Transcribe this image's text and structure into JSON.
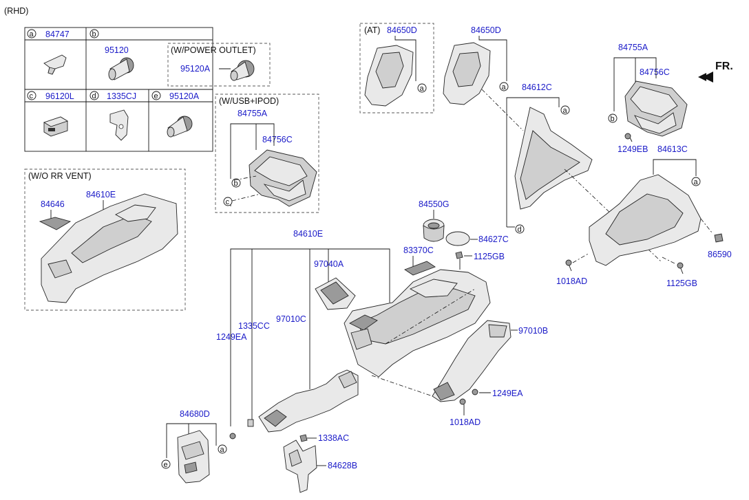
{
  "header": {
    "variant": "(RHD)",
    "direction": "FR."
  },
  "legend": {
    "a": {
      "letter": "a",
      "part": "84747"
    },
    "b": {
      "letter": "b",
      "part": "95120",
      "alt_title": "(W/POWER OUTLET)",
      "alt_part": "95120A"
    },
    "c": {
      "letter": "c",
      "part": "96120L"
    },
    "d": {
      "letter": "d",
      "part": "1335CJ"
    },
    "e": {
      "letter": "e",
      "part": "95120A"
    }
  },
  "boxes": {
    "at": {
      "title": "(AT)",
      "part": "84650D"
    },
    "usb": {
      "title": "(W/USB+IPOD)",
      "part1": "84755A",
      "part2": "84756C"
    },
    "wo_vent": {
      "title": "(W/O RR VENT)",
      "part1": "84646",
      "part2": "84610E"
    }
  },
  "parts": {
    "p84650D": "84650D",
    "p84755A": "84755A",
    "p84756C": "84756C",
    "p1249EB": "1249EB",
    "p84612C": "84612C",
    "p84613C": "84613C",
    "p86590": "86590",
    "p1018AD_r": "1018AD",
    "p1125GB_r": "1125GB",
    "p84550G": "84550G",
    "p84627C": "84627C",
    "p83370C": "83370C",
    "p1125GB": "1125GB",
    "p84610E": "84610E",
    "p97040A": "97040A",
    "p1335CC": "1335CC",
    "p97010C": "97010C",
    "p1249EA_l": "1249EA",
    "p97010B": "97010B",
    "p1249EA": "1249EA",
    "p1018AD": "1018AD",
    "p84680D": "84680D",
    "p1338AC": "1338AC",
    "p84628B": "84628B"
  },
  "bubbles": {
    "a": "a",
    "b": "b",
    "c": "c",
    "d": "d",
    "e": "e"
  }
}
